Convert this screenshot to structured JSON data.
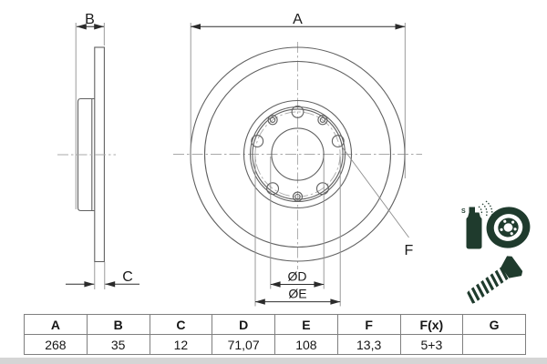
{
  "drawing": {
    "title": "brake-disc-technical-drawing",
    "labels": {
      "A": "A",
      "B": "B",
      "C": "C",
      "F": "F",
      "dia_d": "ØD",
      "dia_e": "ØE"
    },
    "hole_pattern": "5 bolt holes + 3 fixing holes"
  },
  "table": {
    "headers": [
      "A",
      "B",
      "C",
      "D",
      "E",
      "F",
      "F(x)",
      "G"
    ],
    "values": [
      "268",
      "35",
      "12",
      "71,07",
      "108",
      "13,3",
      "5+3",
      ""
    ]
  },
  "icons": {
    "spray_disc": "coated-disc-spray-icon",
    "screw": "countersunk-screw-icon",
    "spray_can_mark": "S"
  },
  "colors": {
    "line_gray": "#616161",
    "centerline_gray": "#a8a8a8",
    "dimension_black": "#2e2e2e",
    "icon_dark_green": "#1f3b2d",
    "table_border": "#7f7f7f",
    "bottom_band": "#d5d5d5"
  }
}
